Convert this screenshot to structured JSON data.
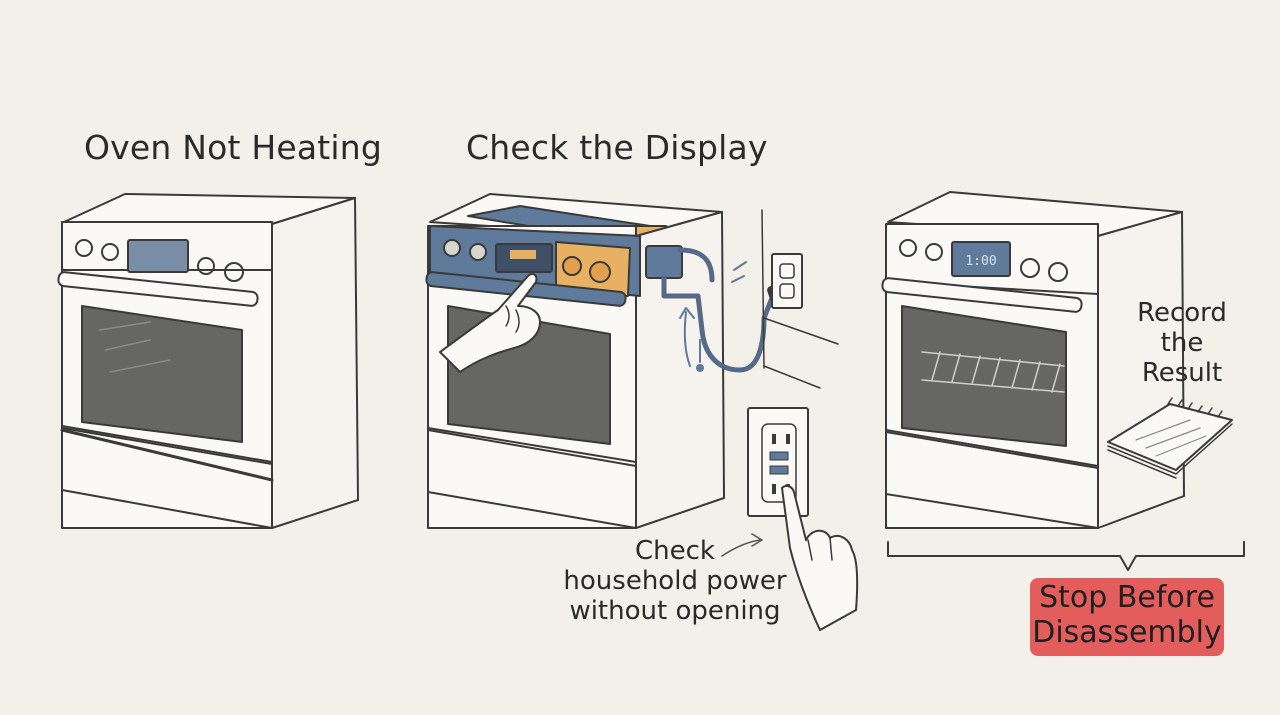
{
  "titles": {
    "panel_1": "Oven Not Heating",
    "panel_2": "Check the Display"
  },
  "notes": {
    "power_line_1": "Check",
    "power_line_2": "household power",
    "power_line_3": "without opening",
    "record_line_1": "Record",
    "record_line_2": "the",
    "record_line_3": "Result",
    "stop_line_1": "Stop Before",
    "stop_line_2": "Disassembly"
  },
  "display": {
    "panel_3_time": "1:00"
  },
  "colors": {
    "background": "#f3f0ea",
    "line": "#3a3a3a",
    "oven_body": "#fbf9f5",
    "accent_blue": "#5f7a9a",
    "accent_orange": "#e8b062",
    "stop_red": "#e35d5c"
  }
}
